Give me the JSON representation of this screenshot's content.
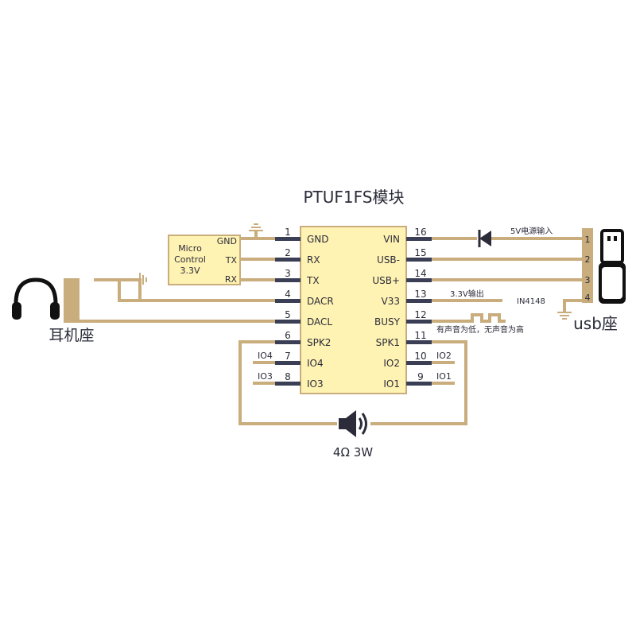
{
  "title": "PTUF1FS模块",
  "chip": {
    "left_pins": [
      {
        "num": "1",
        "name": "GND"
      },
      {
        "num": "2",
        "name": "RX"
      },
      {
        "num": "3",
        "name": "TX"
      },
      {
        "num": "4",
        "name": "DACR"
      },
      {
        "num": "5",
        "name": "DACL"
      },
      {
        "num": "6",
        "name": "SPK2"
      },
      {
        "num": "7",
        "name": "IO4"
      },
      {
        "num": "8",
        "name": "IO3"
      }
    ],
    "right_pins": [
      {
        "num": "16",
        "name": "VIN"
      },
      {
        "num": "15",
        "name": "USB-"
      },
      {
        "num": "14",
        "name": "USB+"
      },
      {
        "num": "13",
        "name": "V33"
      },
      {
        "num": "12",
        "name": "BUSY"
      },
      {
        "num": "11",
        "name": "SPK1"
      },
      {
        "num": "10",
        "name": "IO2"
      },
      {
        "num": "9",
        "name": "IO1"
      }
    ]
  },
  "mcu": {
    "name_line1": "Micro",
    "name_line2": "Control",
    "name_line3": "3.3V",
    "pins": [
      "GND",
      "TX",
      "RX"
    ]
  },
  "left_ext_labels": {
    "io4": "IO4",
    "io3": "IO3"
  },
  "right_ext_labels": {
    "io2": "IO2",
    "io1": "IO1"
  },
  "power_in_label": "5V电源输入",
  "v33_label": "3.3V输出",
  "diode_label": "IN4148",
  "busy_note": "有声音为低，无声音为高",
  "usb": {
    "label": "usb座",
    "pins": [
      "1",
      "2",
      "3",
      "4"
    ]
  },
  "headphone_label": "耳机座",
  "speaker_label": "4Ω 3W",
  "colors": {
    "wire": "#c9ad7d",
    "chip": "#fff3b3",
    "pin": "#3a3f55",
    "text": "#2b2b3a"
  },
  "icons": [
    "headphone-icon",
    "speaker-icon",
    "usb-plug-icon",
    "ground-icon",
    "diode-icon"
  ]
}
